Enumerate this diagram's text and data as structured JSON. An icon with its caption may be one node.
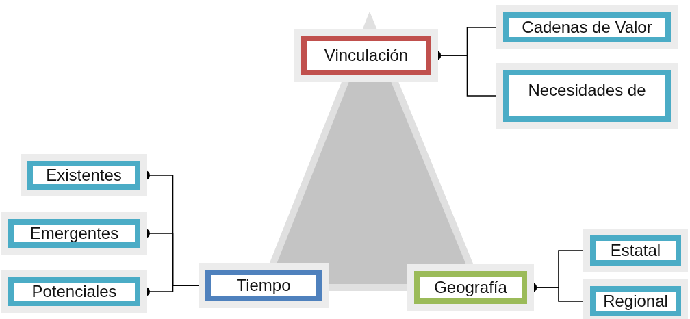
{
  "diagram": {
    "nodes": [
      {
        "text": [
          "Vinculación"
        ]
      },
      {
        "text": [
          "Cadenas de Valor"
        ]
      },
      {
        "text": [
          "Necesidades de"
        ]
      },
      {
        "text": [
          "Existentes"
        ]
      },
      {
        "text": [
          "Emergentes"
        ]
      },
      {
        "text": [
          "Potenciales"
        ]
      },
      {
        "text": [
          "Tiempo"
        ]
      },
      {
        "text": [
          "Geografía"
        ]
      },
      {
        "text": [
          "Estatal"
        ]
      },
      {
        "text": [
          "Regional"
        ]
      }
    ],
    "edges": [
      {
        "from": 0,
        "to": 1,
        "arrow": "other"
      },
      {
        "from": 0,
        "to": 2,
        "arrow": "other"
      },
      {
        "from": 3,
        "to": 6,
        "arrow": "other"
      },
      {
        "from": 4,
        "to": 6,
        "arrow": "other"
      },
      {
        "from": 5,
        "to": 6,
        "arrow": "other"
      },
      {
        "from": 7,
        "to": 8,
        "arrow": "other"
      },
      {
        "from": 7,
        "to": 9,
        "arrow": "other"
      }
    ]
  }
}
